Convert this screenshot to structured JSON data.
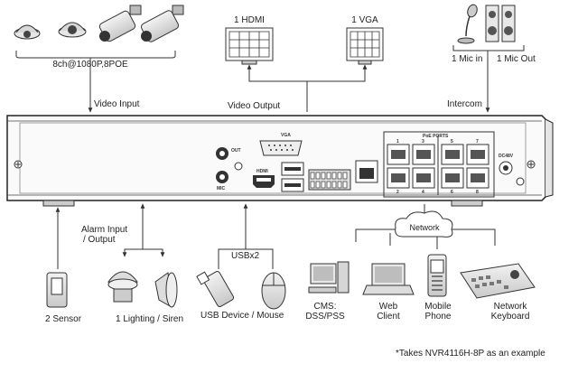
{
  "labels": {
    "cameras": "8ch@1080P,8POE",
    "video_input": "Video Input",
    "video_output": "Video Output",
    "hdmi": "1 HDMI",
    "vga": "1 VGA",
    "mic_in": "1 Mic in",
    "mic_out": "1 Mic Out",
    "intercom": "Intercom",
    "alarm_line1": "Alarm Input",
    "alarm_line2": "/ Output",
    "usb_count": "USBx2",
    "network": "Network",
    "sensor": "2 Sensor",
    "lighting": "1 Lighting / Siren",
    "usb_devices": "USB Device / Mouse",
    "cms_line1": "CMS:",
    "cms_line2": "DSS/PSS",
    "web_line1": "Web",
    "web_line2": "Client",
    "mobile_line1": "Mobile",
    "mobile_line2": "Phone",
    "keyboard_line1": "Network",
    "keyboard_line2": "Keyboard"
  },
  "panel_labels": {
    "vga_port": "VGA",
    "out_port": "OUT",
    "mic_port": "MIC",
    "hdmi_port": "HDMI",
    "poe_ports": "PoE PORTS",
    "dc_in": "DC48V",
    "poe_top": [
      "1",
      "3",
      "5",
      "7"
    ],
    "poe_bottom": [
      "2",
      "4",
      "6",
      "8"
    ]
  },
  "footnote": "*Takes NVR4116H-8P as an example"
}
